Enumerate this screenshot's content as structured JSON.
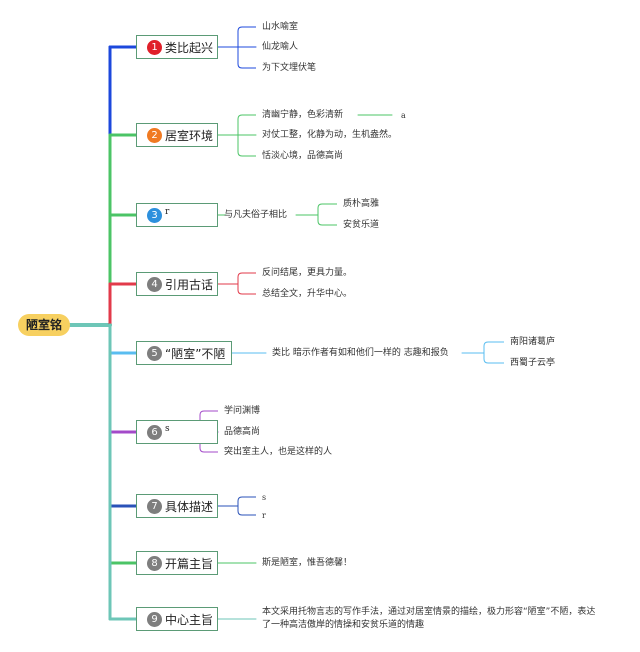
{
  "root": {
    "label": "陋室铭"
  },
  "colors": {
    "n1": "#1c48dc",
    "n2": "#4bc466",
    "n3": "#4bc466",
    "n4": "#e23a4a",
    "n5": "#59bdf0",
    "n6": "#a34ac9",
    "n7": "#2a52b8",
    "n8": "#4bc466",
    "n9": "#6dc6b7",
    "badge_red": "#e0202a",
    "badge_orange": "#f07a22",
    "badge_blue": "#2d90dd",
    "badge_gray": "#7e7e7e",
    "root_fill": "#f7d060",
    "node_border": "#5b9b76"
  },
  "nodes": [
    {
      "num": "1",
      "title": "类比起兴",
      "children": [
        {
          "text": "山水喻室"
        },
        {
          "text": "仙龙喻人"
        },
        {
          "text": "为下文埋伏笔"
        }
      ]
    },
    {
      "num": "2",
      "title": "居室环境",
      "children": [
        {
          "text": "清幽宁静，色彩清新",
          "tail": "a"
        },
        {
          "text": "对仗工整，化静为动，生机盎然。"
        },
        {
          "text": "恬淡心境，品德高尚"
        }
      ]
    },
    {
      "num": "3",
      "title": "r",
      "children": [
        {
          "text": "与凡夫俗子相比",
          "children": [
            {
              "text": "质朴高雅"
            },
            {
              "text": "安贫乐道"
            }
          ]
        }
      ]
    },
    {
      "num": "4",
      "title": "引用古话",
      "children": [
        {
          "text": "反问结尾，更具力量。"
        },
        {
          "text": "总结全文，升华中心。"
        }
      ]
    },
    {
      "num": "5",
      "title": "“陋室”不陋",
      "children": [
        {
          "text": "类比 暗示作者有如和他们一样的 志趣和报负",
          "children": [
            {
              "text": "南阳诸葛庐"
            },
            {
              "text": "西蜀子云亭"
            }
          ]
        }
      ]
    },
    {
      "num": "6",
      "title": "s",
      "children": [
        {
          "text": "学问渊博"
        },
        {
          "text": "品德高尚"
        },
        {
          "text": "突出室主人，也是这样的人"
        }
      ]
    },
    {
      "num": "7",
      "title": "具体描述",
      "children": [
        {
          "text": "s"
        },
        {
          "text": "r"
        }
      ]
    },
    {
      "num": "8",
      "title": "开篇主旨",
      "children": [
        {
          "text": "斯是陋室，惟吾德馨！"
        }
      ]
    },
    {
      "num": "9",
      "title": "中心主旨",
      "children": [
        {
          "text": "本文采用托物言志的写作手法，通过对居室情景的描绘，极力形容“陋室”不陋，表达了一种高洁傲岸的情操和安贫乐道的情趣"
        }
      ]
    }
  ]
}
